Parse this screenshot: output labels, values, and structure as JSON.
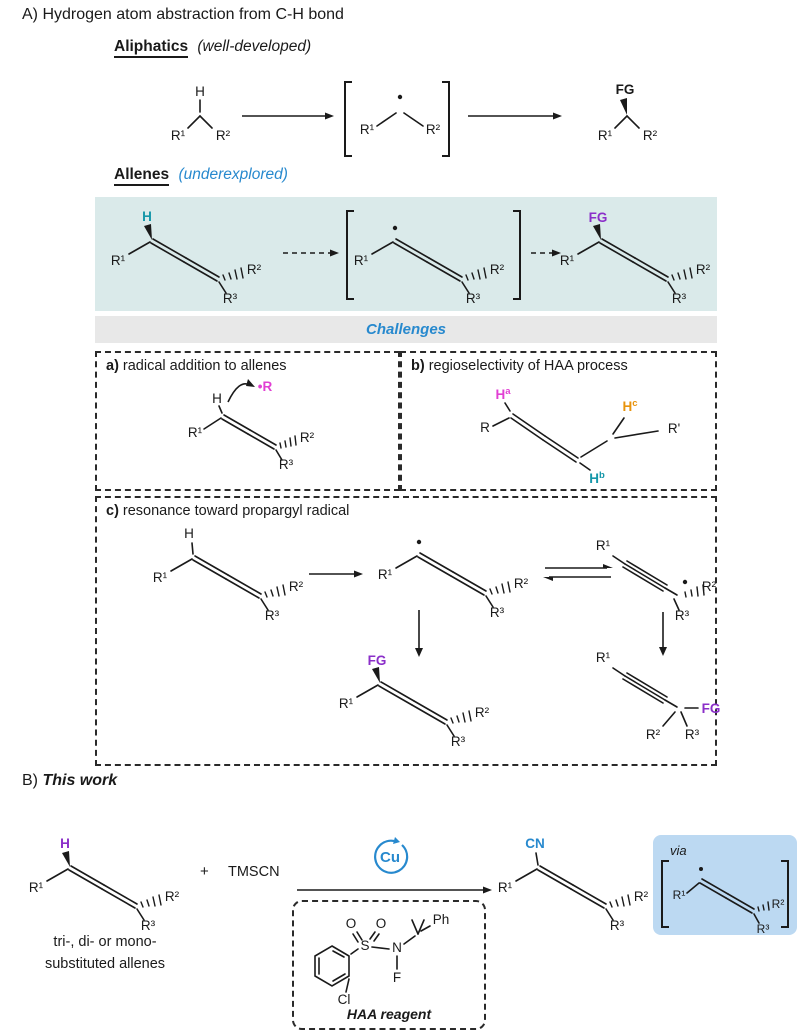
{
  "figure": {
    "section_a": {
      "title": "A) Hydrogen atom abstraction from C-H bond",
      "aliphatics_heading": "Aliphatics",
      "aliphatics_note": "(well-developed)",
      "allenes_heading": "Allenes",
      "allenes_note": "(underexplored)",
      "challenges_title": "Challenges",
      "panel_a_label": "a)",
      "panel_a_text": "radical addition to allenes",
      "panel_b_label": "b)",
      "panel_b_text": "regioselectivity of HAA process",
      "panel_c_label": "c)",
      "panel_c_text": "resonance toward propargyl radical"
    },
    "section_b": {
      "label": "B)",
      "title": "This work",
      "plus": "+",
      "silyl_reagent": "TMSCN",
      "catalyst": "Cu",
      "substrate_note_line1": "tri-, di- or mono-",
      "substrate_note_line2": "substituted allenes",
      "haa_reagent_label": "HAA reagent",
      "via_label": "via"
    },
    "labels": {
      "h": "H",
      "r1": "R¹",
      "r2": "R²",
      "r3": "R³",
      "fg": "FG",
      "r": "R",
      "r_prime": "R'",
      "radical_r": "•R",
      "sup_a": "a",
      "sup_b": "b",
      "sup_c": "c",
      "cn": "CN",
      "o": "O",
      "s": "S",
      "n": "N",
      "f": "F",
      "cl": "Cl",
      "ph": "Ph"
    },
    "colors": {
      "teal_h": "#1597A9",
      "purple_fg": "#8B2FC9",
      "magenta_radical": "#E13FD3",
      "orange_h": "#E8930C",
      "blue_accent": "#2789CE",
      "allene_panel_bg": "#DAEAEA",
      "challenges_bar_bg": "#E8E8E8",
      "via_box_bg": "#BCD9F2"
    }
  }
}
